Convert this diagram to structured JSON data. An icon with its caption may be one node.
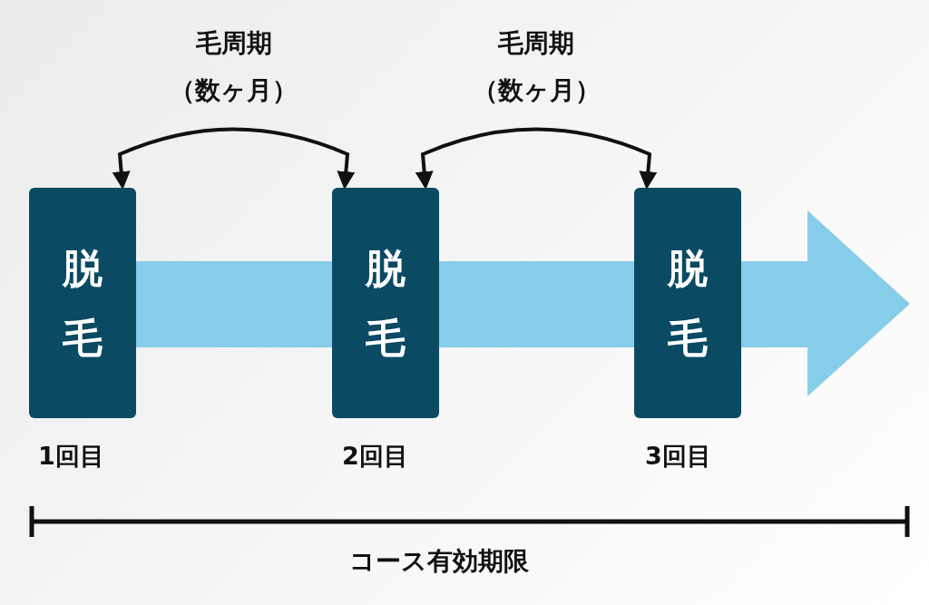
{
  "diagram": {
    "nodes": [
      {
        "text": [
          "脱毛"
        ],
        "beside": [
          "1回目"
        ]
      },
      {
        "text": [
          "脱毛"
        ],
        "beside": [
          "2回目"
        ]
      },
      {
        "text": [
          "脱毛"
        ],
        "beside": [
          "3回目"
        ]
      }
    ],
    "edges": [
      {
        "from": 0,
        "to": 1,
        "arrow": "both",
        "label": "毛周期（数ヶ月）"
      },
      {
        "from": 1,
        "to": 2,
        "arrow": "both",
        "label": "毛周期（数ヶ月）"
      }
    ],
    "labels": [
      "コース有効期限"
    ]
  }
}
